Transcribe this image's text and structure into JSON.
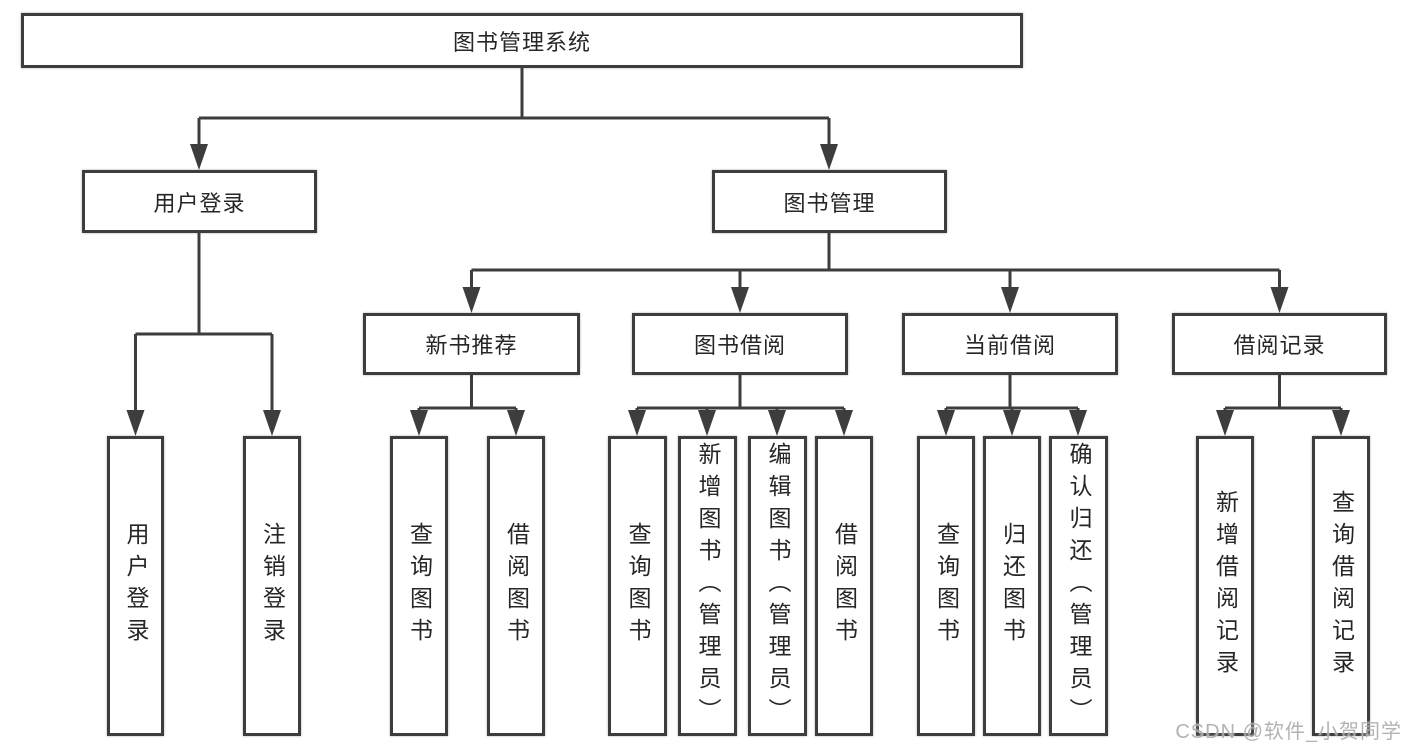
{
  "nodes": {
    "root": {
      "label": "图书管理系统"
    },
    "level2": [
      {
        "label": "用户登录"
      },
      {
        "label": "图书管理"
      }
    ],
    "level3": [
      {
        "label": "新书推荐"
      },
      {
        "label": "图书借阅"
      },
      {
        "label": "当前借阅"
      },
      {
        "label": "借阅记录"
      }
    ],
    "leaves": {
      "user_login": [
        {
          "label": "用户登录"
        },
        {
          "label": "注销登录"
        }
      ],
      "new_book_recommend": [
        {
          "label": "查询图书"
        },
        {
          "label": "借阅图书"
        }
      ],
      "book_borrow": [
        {
          "label": "查询图书"
        },
        {
          "label": "新增图书（管理员）"
        },
        {
          "label": "编辑图书（管理员）"
        },
        {
          "label": "借阅图书"
        }
      ],
      "current_borrow": [
        {
          "label": "查询图书"
        },
        {
          "label": "归还图书"
        },
        {
          "label": "确认归还（管理员）"
        }
      ],
      "borrow_records": [
        {
          "label": "新增借阅记录"
        },
        {
          "label": "查询借阅记录"
        }
      ]
    }
  },
  "watermark": {
    "text": "CSDN @软件_小贺同学"
  },
  "colors": {
    "line": "#3d3d3d",
    "box_border": "#3d3d3d",
    "text": "#262626",
    "background": "#ffffff",
    "watermark": "#a8a8a8"
  }
}
